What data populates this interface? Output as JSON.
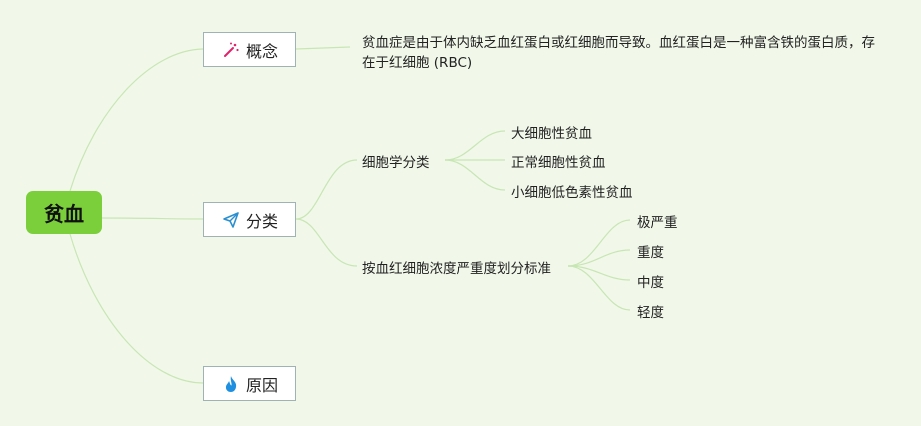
{
  "root": {
    "label": "贫血"
  },
  "topics": {
    "concept": {
      "label": "概念",
      "icon": "magic-sparkle-icon"
    },
    "classification": {
      "label": "分类",
      "icon": "paper-plane-icon"
    },
    "cause": {
      "label": "原因",
      "icon": "flame-icon"
    }
  },
  "concept_text": "贫血症是由于体内缺乏血红蛋白或红细胞而导致。血红蛋白是一种富含铁的蛋白质，存在于红细胞 (RBC)",
  "classification": {
    "cytology": {
      "label": "细胞学分类",
      "items": [
        "大细胞性贫血",
        "正常细胞性贫血",
        "小细胞低色素性贫血"
      ]
    },
    "hemoglobin": {
      "label": "按血红细胞浓度严重度划分标准",
      "items": [
        "极严重",
        "重度",
        "中度",
        "轻度"
      ]
    }
  },
  "colors": {
    "root": "#7bcf3b",
    "background": "#f1f8ea",
    "line": "#c8e6b4",
    "topic_border": "#9fb2b4"
  }
}
